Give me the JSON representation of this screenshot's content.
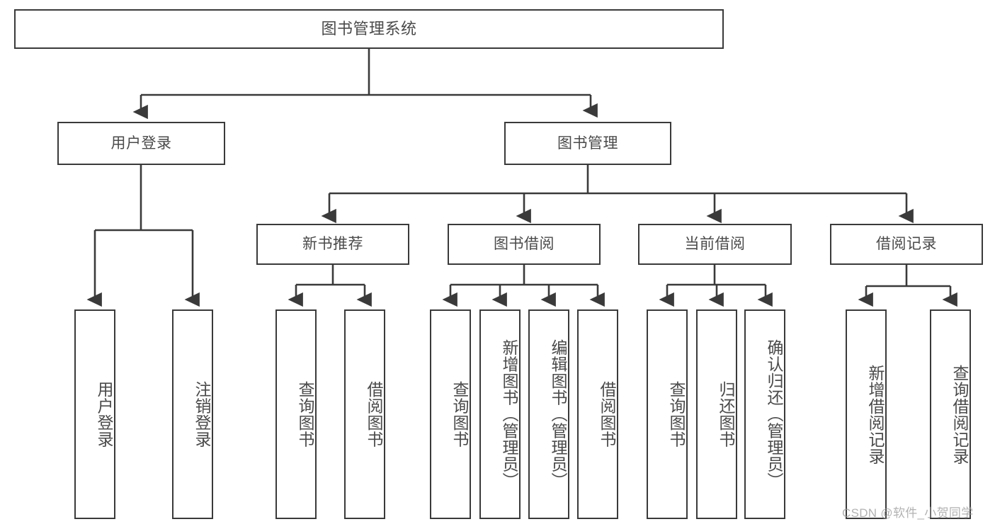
{
  "diagram": {
    "type": "tree-hierarchy-chart",
    "title": "图书管理系统",
    "watermark": "CSDN @软件_小贺同学",
    "colors": {
      "stroke": "#3a3a3a",
      "fill": "#ffffff",
      "text": "#4a4a4a",
      "watermark": "#9d9d9d"
    },
    "levels": {
      "root": {
        "label": "图书管理系统"
      },
      "level2": [
        {
          "label": "用户登录"
        },
        {
          "label": "图书管理"
        }
      ],
      "level3": [
        {
          "label": "新书推荐"
        },
        {
          "label": "图书借阅"
        },
        {
          "label": "当前借阅"
        },
        {
          "label": "借阅记录"
        }
      ]
    },
    "leaves": {
      "user_login": [
        {
          "label": "用户登录"
        },
        {
          "label": "注销登录"
        }
      ],
      "new_book_recommend": [
        {
          "label": "查询图书"
        },
        {
          "label": "借阅图书"
        }
      ],
      "book_borrow": [
        {
          "label": "查询图书"
        },
        {
          "label": "新增图书（管理员）"
        },
        {
          "label": "编辑图书（管理员）"
        },
        {
          "label": "借阅图书"
        }
      ],
      "current_borrow": [
        {
          "label": "查询图书"
        },
        {
          "label": "归还图书"
        },
        {
          "label": "确认归还（管理员）"
        }
      ],
      "borrow_record": [
        {
          "label": "新增借阅记录"
        },
        {
          "label": "查询借阅记录"
        }
      ]
    }
  }
}
